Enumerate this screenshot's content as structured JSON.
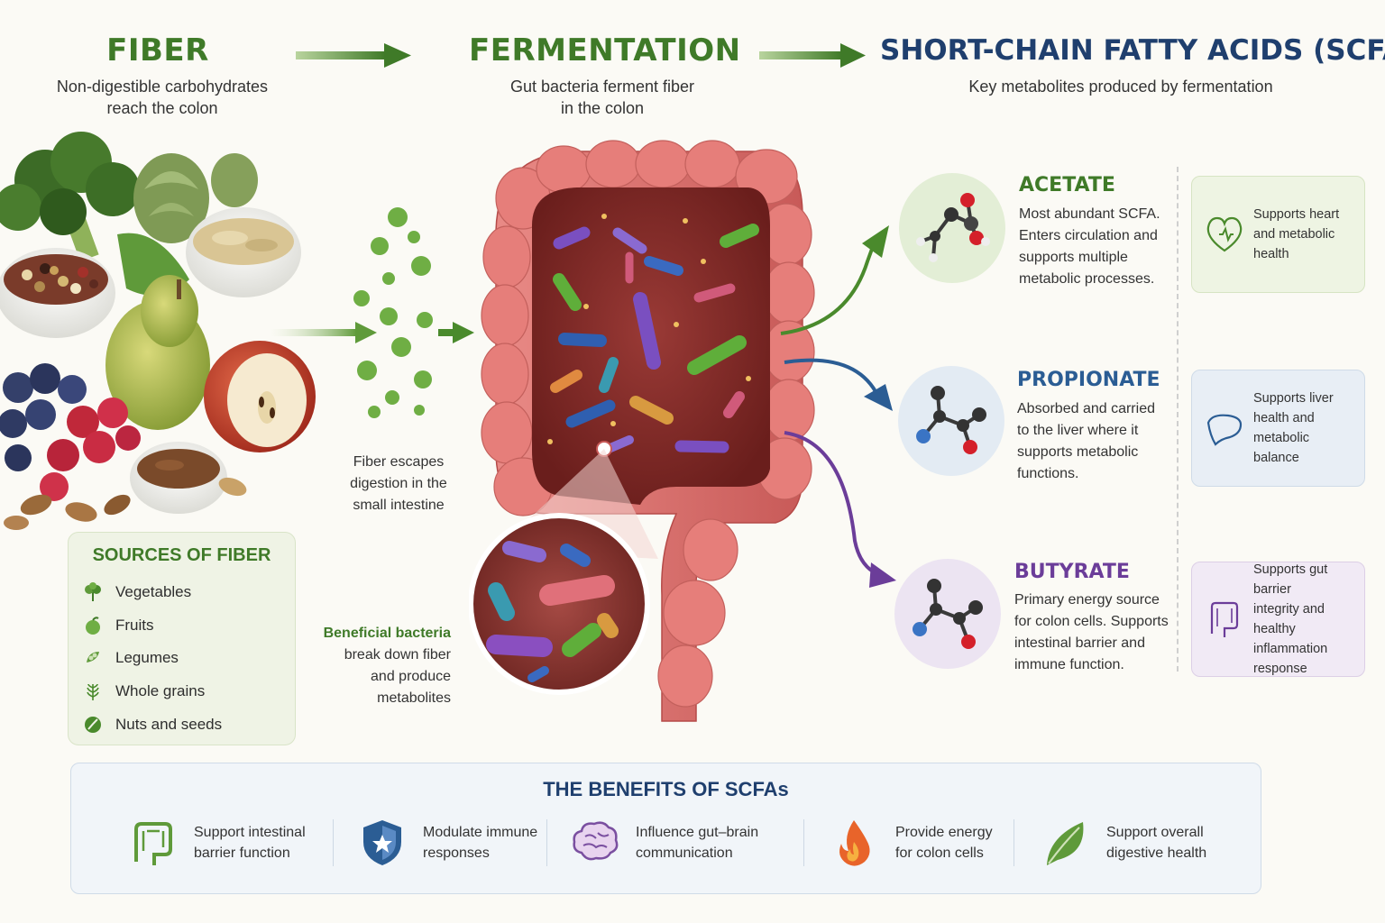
{
  "header": {
    "fiber": {
      "title": "FIBER",
      "subtitle": "Non-digestible carbohydrates\nreach the colon"
    },
    "fermentation": {
      "title": "FERMENTATION",
      "subtitle": "Gut bacteria ferment fiber\nin the colon"
    },
    "scfa": {
      "title": "SHORT-CHAIN FATTY ACIDS (SCFAs)",
      "subtitle": "Key metabolites produced by fermentation"
    }
  },
  "notes": {
    "escape": "Fiber escapes\ndigestion in the\nsmall intestine",
    "bacteria_highlight": "Beneficial bacteria",
    "bacteria_rest": "break down fiber\nand produce\nmetabolites"
  },
  "sources": {
    "title": "SOURCES OF FIBER",
    "items": [
      {
        "label": "Vegetables",
        "icon": "vegetable-icon"
      },
      {
        "label": "Fruits",
        "icon": "apple-icon"
      },
      {
        "label": "Legumes",
        "icon": "legume-icon"
      },
      {
        "label": "Whole grains",
        "icon": "wheat-icon"
      },
      {
        "label": "Nuts and seeds",
        "icon": "seed-icon"
      }
    ]
  },
  "scfas": [
    {
      "name": "ACETATE",
      "color": "#3f7a28",
      "bg": "#e3eed6",
      "description": "Most abundant SCFA.\nEnters circulation and\nsupports multiple\nmetabolic processes.",
      "card": {
        "text": "Supports heart\nand metabolic\nhealth",
        "icon": "heart-icon",
        "bg": "#eef4e3",
        "border": "#d6e4c3"
      }
    },
    {
      "name": "PROPIONATE",
      "color": "#2b5d94",
      "bg": "#e3ebf3",
      "description": "Absorbed and carried\nto the liver where it\nsupports metabolic\nfunctions.",
      "card": {
        "text": "Supports liver\nhealth and\nmetabolic balance",
        "icon": "liver-icon",
        "bg": "#e8eef5",
        "border": "#cfdbe8"
      }
    },
    {
      "name": "BUTYRATE",
      "color": "#6b3d99",
      "bg": "#ece4f2",
      "description": "Primary energy source\nfor colon cells. Supports\nintestinal barrier and\nimmune function.",
      "card": {
        "text": "Supports gut barrier\nintegrity and\nhealthy inflammation\nresponse",
        "icon": "colon-icon",
        "bg": "#f1eaf5",
        "border": "#dccfe6"
      }
    }
  ],
  "benefits": {
    "title": "THE BENEFITS OF SCFAs",
    "items": [
      {
        "label": "Support intestinal\nbarrier function",
        "icon": "intestine-icon"
      },
      {
        "label": "Modulate immune\nresponses",
        "icon": "shield-icon"
      },
      {
        "label": "Influence gut–brain\ncommunication",
        "icon": "brain-icon"
      },
      {
        "label": "Provide energy\nfor colon cells",
        "icon": "flame-icon"
      },
      {
        "label": "Support overall\ndigestive health",
        "icon": "leaf-icon"
      }
    ]
  }
}
